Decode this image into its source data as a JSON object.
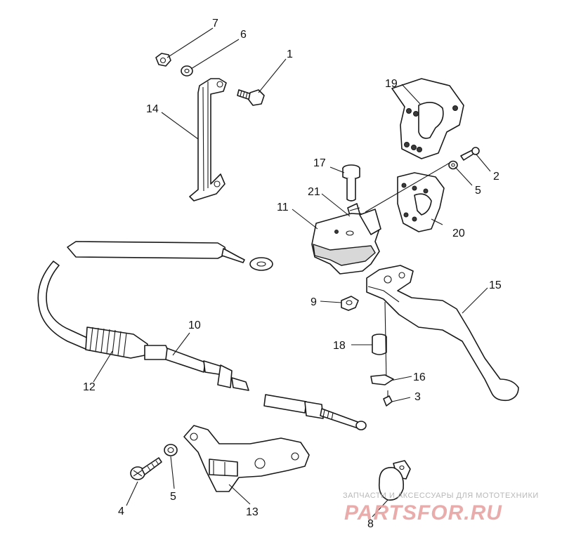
{
  "diagram": {
    "callouts": [
      {
        "id": "c1",
        "text": "1"
      },
      {
        "id": "c2",
        "text": "2"
      },
      {
        "id": "c3",
        "text": "3"
      },
      {
        "id": "c4",
        "text": "4"
      },
      {
        "id": "c5a",
        "text": "5"
      },
      {
        "id": "c5b",
        "text": "5"
      },
      {
        "id": "c6",
        "text": "6"
      },
      {
        "id": "c7",
        "text": "7"
      },
      {
        "id": "c8",
        "text": "8"
      },
      {
        "id": "c9",
        "text": "9"
      },
      {
        "id": "c10",
        "text": "10"
      },
      {
        "id": "c11",
        "text": "11"
      },
      {
        "id": "c12",
        "text": "12"
      },
      {
        "id": "c13",
        "text": "13"
      },
      {
        "id": "c14",
        "text": "14"
      },
      {
        "id": "c15",
        "text": "15"
      },
      {
        "id": "c16",
        "text": "16"
      },
      {
        "id": "c17",
        "text": "17"
      },
      {
        "id": "c18",
        "text": "18"
      },
      {
        "id": "c19",
        "text": "19"
      },
      {
        "id": "c20",
        "text": "20"
      },
      {
        "id": "c21",
        "text": "21"
      }
    ]
  },
  "watermark": {
    "tagline": "ЗАПЧАСТИ И АКСЕССУАРЫ ДЛЯ МОТОТЕХНИКИ",
    "logo": "PARTSFOR.RU"
  }
}
